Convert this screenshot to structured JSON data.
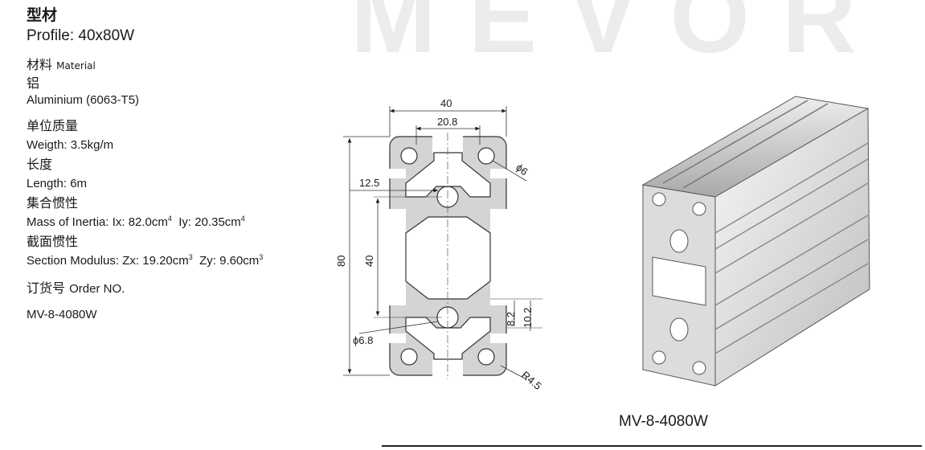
{
  "watermark": "MEVOR",
  "title_cn": "型材",
  "profile": "Profile: 40x80W",
  "material_cn": "材料",
  "material_en": "Material",
  "material_cn2": "铝",
  "material_value": "Aluminium (6063-T5)",
  "weight_cn": "单位质量",
  "weight": "Weigth: 3.5kg/m",
  "length_cn": "长度",
  "length": "Length:  6m",
  "inertia_cn": "集合惯性",
  "inertia_label": "Mass of Inertia: Ix: 82.0cm",
  "inertia_sup1": "4",
  "inertia_mid": "  Iy: 20.35cm",
  "inertia_sup2": "4",
  "modulus_cn": "截面惯性",
  "modulus_label": "Section Modulus: Zx: 19.20cm",
  "modulus_sup1": "3",
  "modulus_mid": "  Zy: 9.60cm",
  "modulus_sup2": "3",
  "order_cn": "订货号",
  "order_en": "Order NO.",
  "order_no": "MV-8-4080W",
  "caption": "MV-8-4080W",
  "dims": {
    "width": "40",
    "slot": "20.8",
    "hole": "ϕ6",
    "offset": "12.5",
    "pitch": "40",
    "height": "80",
    "slot_depth1": "8.2",
    "slot_depth2": "10.2",
    "center_hole": "ϕ6.8",
    "radius": "R4.5"
  },
  "colors": {
    "profile_fill": "#d4d4d4",
    "outline": "#333333",
    "watermark": "#ececec"
  }
}
